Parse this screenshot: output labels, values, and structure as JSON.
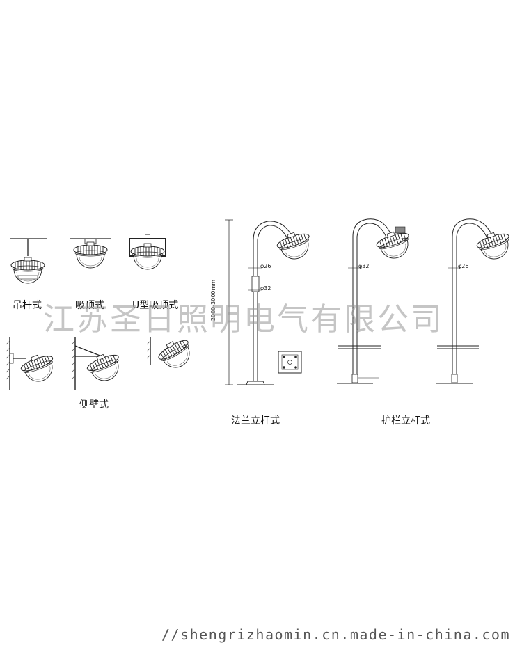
{
  "mount_types": {
    "pendant_rod": "吊杆式",
    "ceiling": "吸顶式",
    "u_ceiling": "U型吸顶式",
    "side_wall": "侧壁式",
    "flange_pole": "法兰立杆式",
    "guardrail_pole": "护栏立杆式"
  },
  "dimensions": {
    "pole_height": "2000-3000mm",
    "dia_26": "φ26",
    "dia_32": "φ32"
  },
  "watermark": "江苏圣日照明电气有限公司",
  "footer_url": "//shengrizhaomin.cn.made-in-china.com"
}
